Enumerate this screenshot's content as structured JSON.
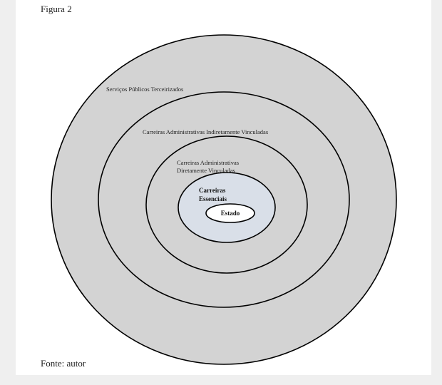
{
  "figure": {
    "title": "Figura 2",
    "source": "Fonte: autor"
  },
  "diagram": {
    "fills": {
      "outer": "#d3d3d3",
      "inner": "#d9dfe8",
      "core": "#ffffff",
      "stroke": "#000000"
    },
    "layers": [
      {
        "label": "Serviços Públicos Terceirizados"
      },
      {
        "label": "Carreiras Administrativas Indiretamente Vinculadas"
      },
      {
        "label_line1": "Carreiras Administrativas",
        "label_line2": "Diretamente Vinculadas"
      },
      {
        "label_line1": "Carreiras",
        "label_line2": "Essenciais"
      },
      {
        "label": "Estado"
      }
    ]
  }
}
